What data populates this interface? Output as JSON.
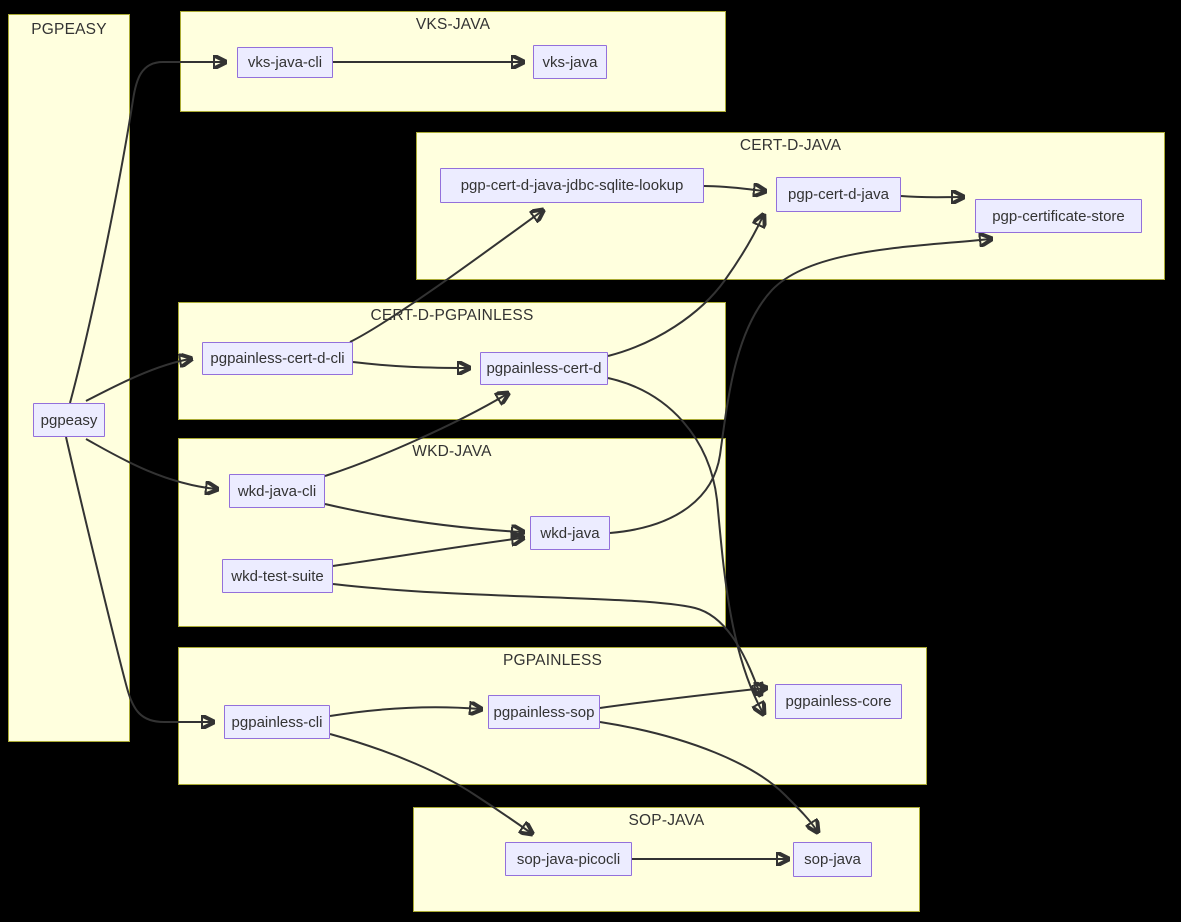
{
  "diagram": {
    "type": "flowchart-dependency-graph",
    "theme": {
      "background": "#000000",
      "cluster_fill": "#ffffde",
      "cluster_border": "#aaaa33",
      "node_fill": "#ececff",
      "node_border": "#9370db",
      "edge_color": "#333333",
      "text_color": "#333333"
    },
    "clusters": {
      "PGPEASY": "PGPEASY",
      "VKS-JAVA": "VKS-JAVA",
      "CERT-D-JAVA": "CERT-D-JAVA",
      "CERT-D-PGPAINLESS": "CERT-D-PGPAINLESS",
      "WKD-JAVA": "WKD-JAVA",
      "PGPAINLESS": "PGPAINLESS",
      "SOP-JAVA": "SOP-JAVA"
    },
    "nodes": {
      "pgpeasy": "pgpeasy",
      "vks-java-cli": "vks-java-cli",
      "vks-java": "vks-java",
      "pgp-cert-d-java-jdbc-sqlite-lookup": "pgp-cert-d-java-jdbc-sqlite-lookup",
      "pgp-cert-d-java": "pgp-cert-d-java",
      "pgp-certificate-store": "pgp-certificate-store",
      "pgpainless-cert-d-cli": "pgpainless-cert-d-cli",
      "pgpainless-cert-d": "pgpainless-cert-d",
      "wkd-java-cli": "wkd-java-cli",
      "wkd-java": "wkd-java",
      "wkd-test-suite": "wkd-test-suite",
      "pgpainless-cli": "pgpainless-cli",
      "pgpainless-sop": "pgpainless-sop",
      "pgpainless-core": "pgpainless-core",
      "sop-java-picocli": "sop-java-picocli",
      "sop-java": "sop-java"
    },
    "membership": {
      "PGPEASY": [
        "pgpeasy"
      ],
      "VKS-JAVA": [
        "vks-java-cli",
        "vks-java"
      ],
      "CERT-D-JAVA": [
        "pgp-cert-d-java-jdbc-sqlite-lookup",
        "pgp-cert-d-java",
        "pgp-certificate-store"
      ],
      "CERT-D-PGPAINLESS": [
        "pgpainless-cert-d-cli",
        "pgpainless-cert-d"
      ],
      "WKD-JAVA": [
        "wkd-java-cli",
        "wkd-java",
        "wkd-test-suite"
      ],
      "PGPAINLESS": [
        "pgpainless-cli",
        "pgpainless-sop",
        "pgpainless-core"
      ],
      "SOP-JAVA": [
        "sop-java-picocli",
        "sop-java"
      ]
    },
    "edges": [
      {
        "from": "pgpeasy",
        "to": "vks-java-cli"
      },
      {
        "from": "pgpeasy",
        "to": "pgpainless-cert-d-cli"
      },
      {
        "from": "pgpeasy",
        "to": "wkd-java-cli"
      },
      {
        "from": "pgpeasy",
        "to": "pgpainless-cli"
      },
      {
        "from": "vks-java-cli",
        "to": "vks-java"
      },
      {
        "from": "pgp-cert-d-java-jdbc-sqlite-lookup",
        "to": "pgp-cert-d-java"
      },
      {
        "from": "pgp-cert-d-java",
        "to": "pgp-certificate-store"
      },
      {
        "from": "pgpainless-cert-d-cli",
        "to": "pgp-cert-d-java-jdbc-sqlite-lookup"
      },
      {
        "from": "pgpainless-cert-d-cli",
        "to": "pgpainless-cert-d"
      },
      {
        "from": "pgpainless-cert-d",
        "to": "pgp-cert-d-java"
      },
      {
        "from": "pgpainless-cert-d",
        "to": "pgpainless-core"
      },
      {
        "from": "wkd-java-cli",
        "to": "pgpainless-cert-d"
      },
      {
        "from": "wkd-java-cli",
        "to": "wkd-java"
      },
      {
        "from": "wkd-test-suite",
        "to": "wkd-java"
      },
      {
        "from": "wkd-test-suite",
        "to": "pgpainless-core"
      },
      {
        "from": "wkd-java",
        "to": "pgp-certificate-store"
      },
      {
        "from": "pgpainless-cli",
        "to": "pgpainless-sop"
      },
      {
        "from": "pgpainless-cli",
        "to": "sop-java-picocli"
      },
      {
        "from": "pgpainless-sop",
        "to": "pgpainless-core"
      },
      {
        "from": "pgpainless-sop",
        "to": "sop-java"
      },
      {
        "from": "sop-java-picocli",
        "to": "sop-java"
      }
    ]
  }
}
